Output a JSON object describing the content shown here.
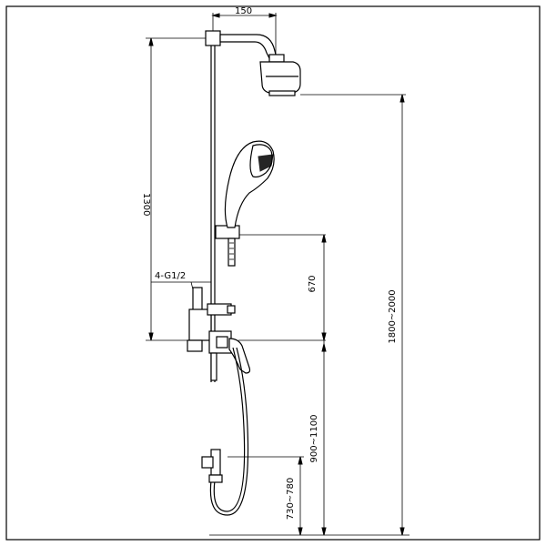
{
  "dimensions": {
    "arm_reach": "150",
    "head_height": "1300",
    "inlet_spec": "4-G1/2",
    "slide_offset": "670",
    "total_height": "1800~2000",
    "valve_height": "900~1100",
    "elbow_height": "730~780"
  }
}
